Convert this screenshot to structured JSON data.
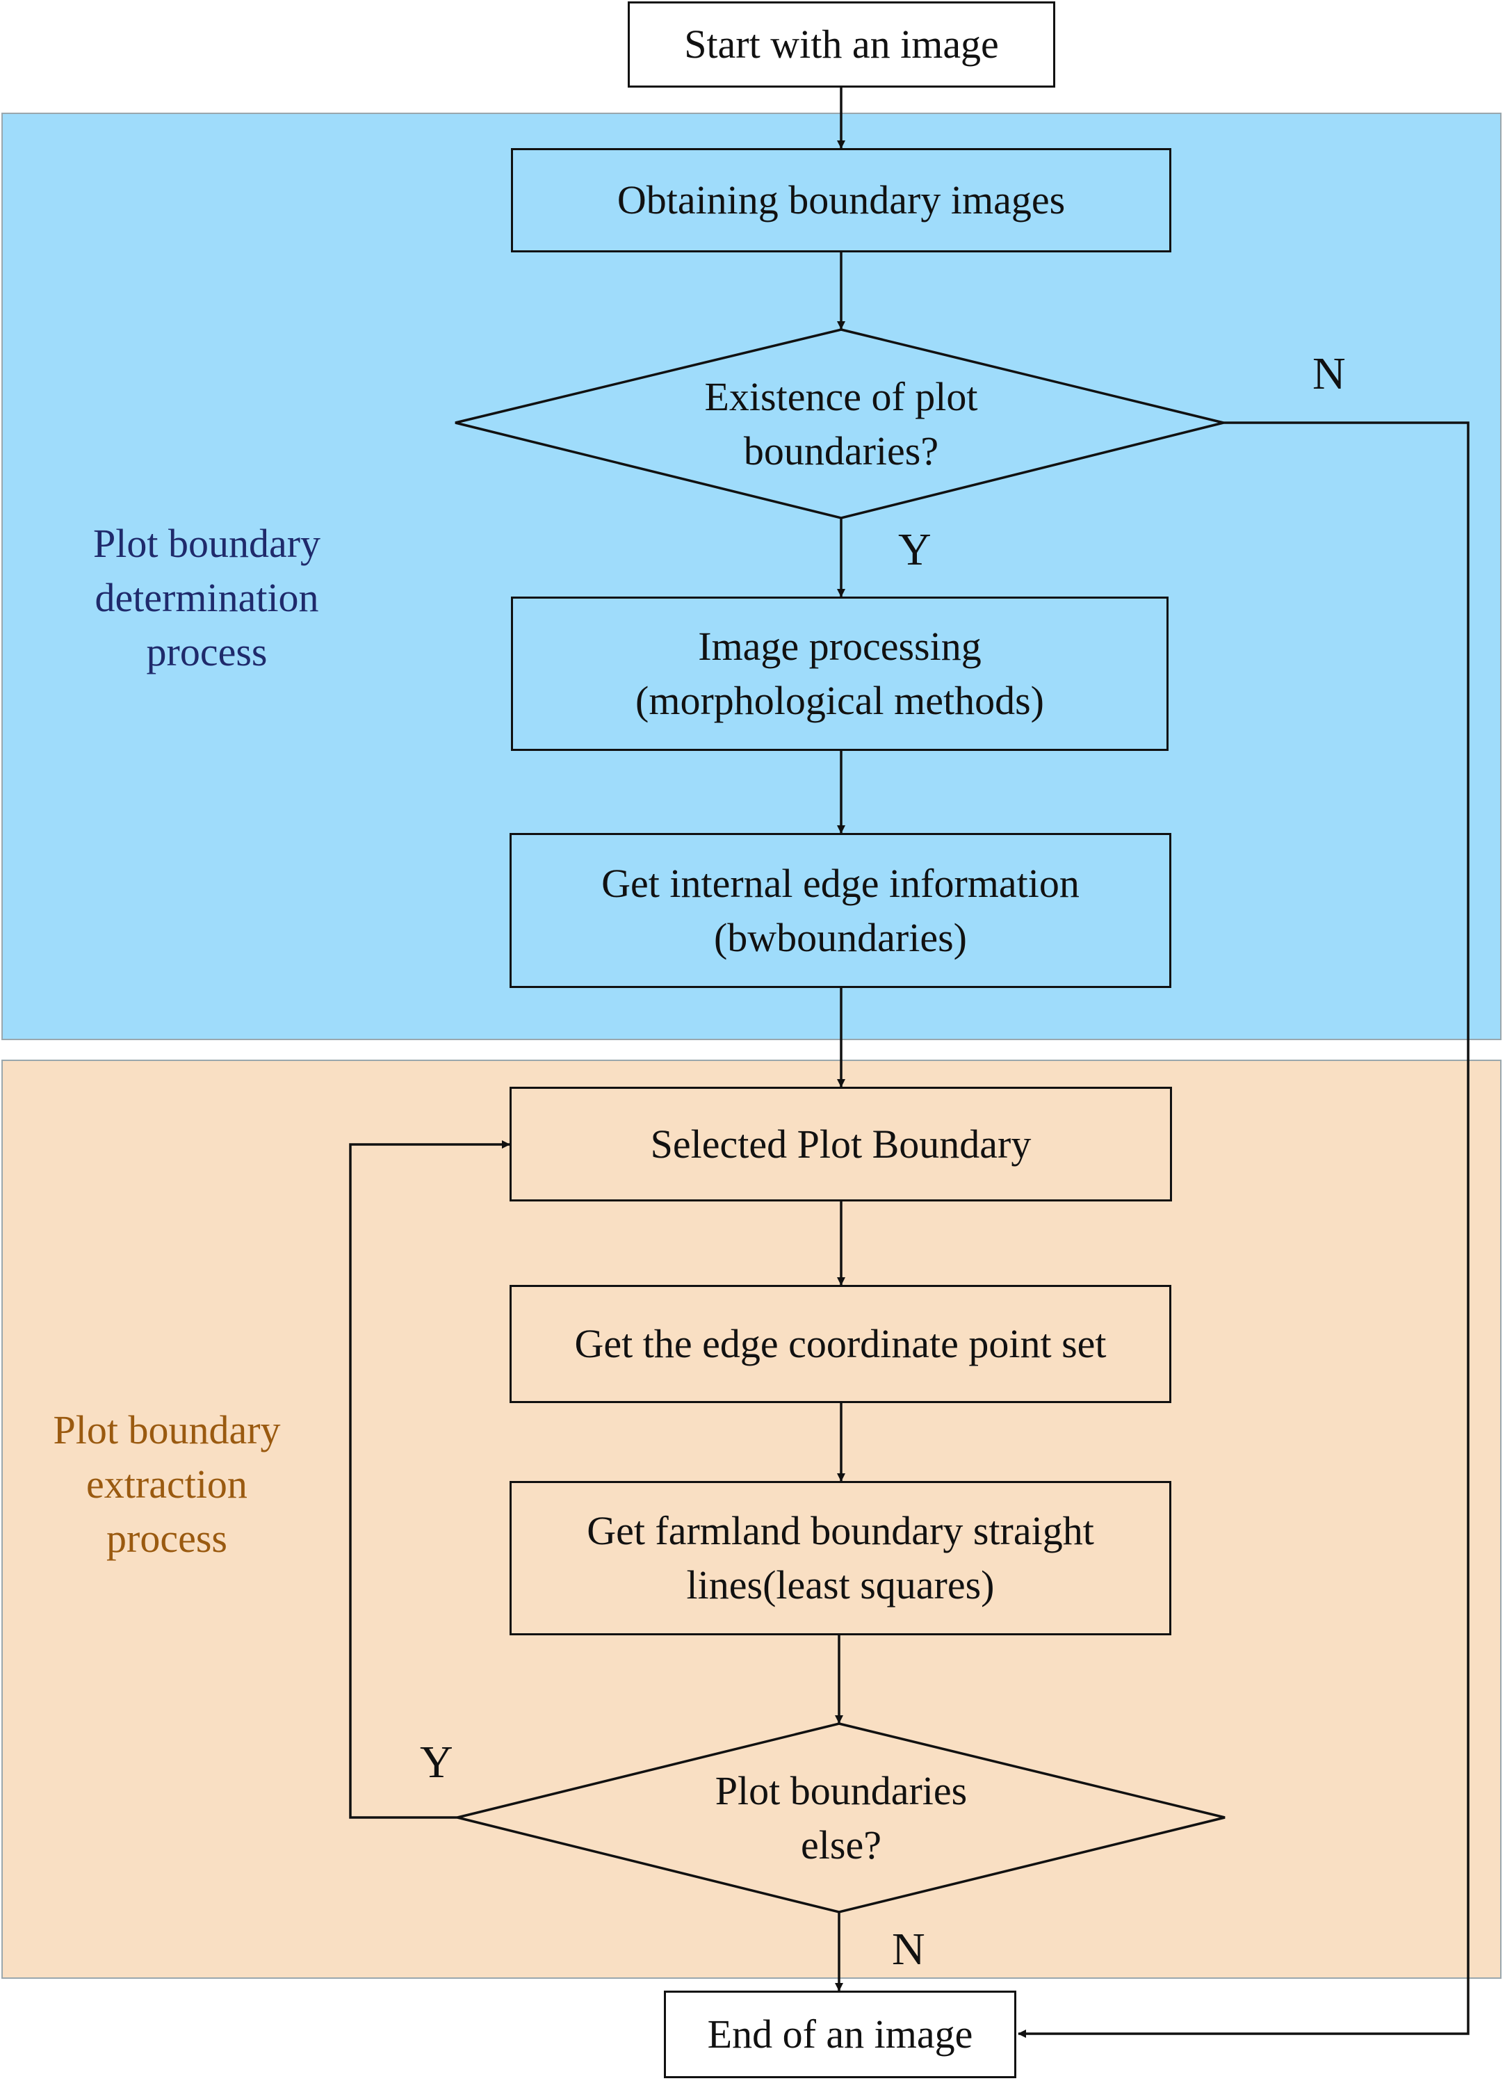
{
  "colors": {
    "top_region_fill": "#9fdcfb",
    "bottom_region_fill": "#f9dfc3",
    "top_region_label": "#1f2a6b",
    "bottom_region_label": "#9a5a10",
    "stroke": "#111111"
  },
  "regions": {
    "top_label": "Plot boundary\ndetermination\nprocess",
    "bottom_label": "Plot boundary\nextraction\nprocess"
  },
  "nodes": {
    "start": "Start with an image",
    "obtain": "Obtaining boundary images",
    "existence_decision": "Existence of plot\nboundaries?",
    "image_processing": "Image processing\n(morphological methods)",
    "internal_edge": "Get internal edge information\n(bwboundaries)",
    "selected": "Selected Plot Boundary",
    "edge_points": "Get the edge coordinate point set",
    "straight_lines": "Get farmland boundary straight\nlines(least squares)",
    "else_decision": "Plot boundaries\nelse?",
    "end": "End of an image"
  },
  "branch_labels": {
    "existence_no": "N",
    "existence_yes": "Y",
    "else_yes": "Y",
    "else_no": "N"
  }
}
